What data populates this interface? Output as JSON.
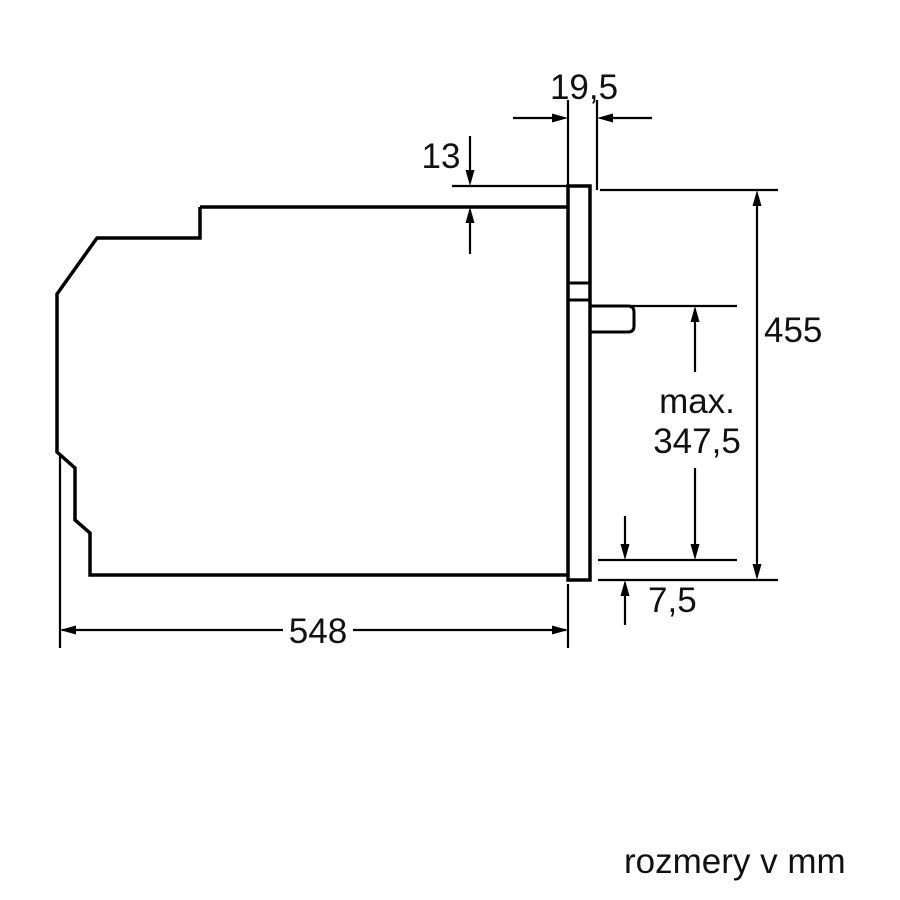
{
  "diagram": {
    "labels": {
      "frame_depth": "19,5",
      "top_offset": "13",
      "front_height": "455",
      "max_prefix": "max.",
      "max_value": "347,5",
      "bottom_offset": "7,5",
      "body_depth": "548"
    },
    "footer_note": "rozmery v mm"
  }
}
